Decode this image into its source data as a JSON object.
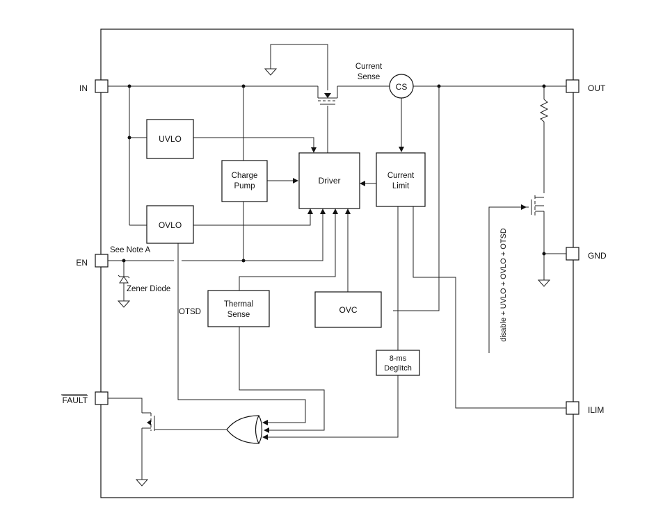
{
  "pins": {
    "in": "IN",
    "en": "EN",
    "fault": "FAULT",
    "out": "OUT",
    "gnd": "GND",
    "ilim": "ILIM"
  },
  "blocks": {
    "uvlo": "UVLO",
    "ovlo": "OVLO",
    "charge_pump_line1": "Charge",
    "charge_pump_line2": "Pump",
    "driver": "Driver",
    "current_limit_line1": "Current",
    "current_limit_line2": "Limit",
    "thermal_sense_line1": "Thermal",
    "thermal_sense_line2": "Sense",
    "ovc": "OVC",
    "deglitch_line1": "8-ms",
    "deglitch_line2": "Deglitch",
    "cs": "CS"
  },
  "labels": {
    "current_sense_line1": "Current",
    "current_sense_line2": "Sense",
    "see_note": "See Note A",
    "zener": "Zener Diode",
    "otsd": "OTSD",
    "disable_signal": "disable + UVLO + OVLO + OTSD"
  }
}
